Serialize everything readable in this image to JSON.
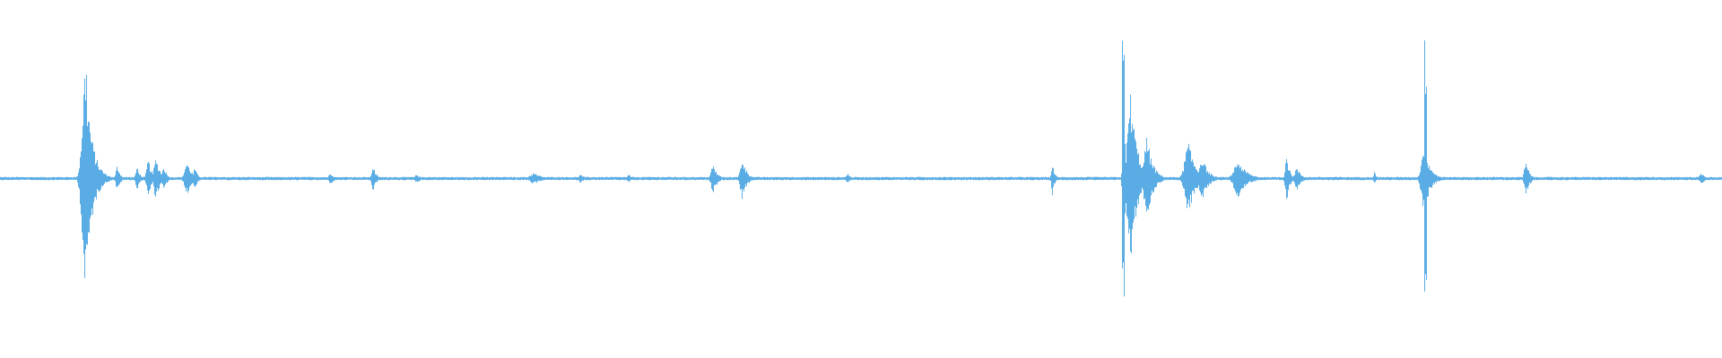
{
  "waveform": {
    "color": "#5aade4",
    "background": "#ffffff",
    "events": [
      {
        "pos": 0.0495,
        "amp": 0.8,
        "width": 0.0045,
        "spike": 0.82
      },
      {
        "pos": 0.0535,
        "amp": 0.22,
        "width": 0.0035
      },
      {
        "pos": 0.068,
        "amp": 0.1,
        "width": 0.002
      },
      {
        "pos": 0.0795,
        "amp": 0.09,
        "width": 0.002
      },
      {
        "pos": 0.086,
        "amp": 0.14,
        "width": 0.0025
      },
      {
        "pos": 0.0905,
        "amp": 0.15,
        "width": 0.003
      },
      {
        "pos": 0.095,
        "amp": 0.1,
        "width": 0.002
      },
      {
        "pos": 0.1085,
        "amp": 0.12,
        "width": 0.0035
      },
      {
        "pos": 0.113,
        "amp": 0.08,
        "width": 0.002
      },
      {
        "pos": 0.192,
        "amp": 0.04,
        "width": 0.003
      },
      {
        "pos": 0.2165,
        "amp": 0.1,
        "width": 0.002
      },
      {
        "pos": 0.242,
        "amp": 0.03,
        "width": 0.003
      },
      {
        "pos": 0.31,
        "amp": 0.04,
        "width": 0.006
      },
      {
        "pos": 0.337,
        "amp": 0.03,
        "width": 0.003
      },
      {
        "pos": 0.365,
        "amp": 0.03,
        "width": 0.002
      },
      {
        "pos": 0.414,
        "amp": 0.1,
        "width": 0.003
      },
      {
        "pos": 0.431,
        "amp": 0.15,
        "width": 0.003
      },
      {
        "pos": 0.492,
        "amp": 0.04,
        "width": 0.002
      },
      {
        "pos": 0.611,
        "amp": 0.12,
        "width": 0.0015
      },
      {
        "pos": 0.652,
        "amp": 1.0,
        "width": 0.001,
        "spike": 1.0
      },
      {
        "pos": 0.6565,
        "amp": 0.62,
        "width": 0.0045
      },
      {
        "pos": 0.666,
        "amp": 0.3,
        "width": 0.004
      },
      {
        "pos": 0.69,
        "amp": 0.26,
        "width": 0.005
      },
      {
        "pos": 0.698,
        "amp": 0.16,
        "width": 0.004
      },
      {
        "pos": 0.719,
        "amp": 0.13,
        "width": 0.006
      },
      {
        "pos": 0.747,
        "amp": 0.18,
        "width": 0.002
      },
      {
        "pos": 0.753,
        "amp": 0.08,
        "width": 0.003
      },
      {
        "pos": 0.798,
        "amp": 0.05,
        "width": 0.0015
      },
      {
        "pos": 0.827,
        "amp": 0.25,
        "width": 0.004
      },
      {
        "pos": 0.8275,
        "amp": 1.0,
        "width": 0.0008,
        "spike": 1.0
      },
      {
        "pos": 0.886,
        "amp": 0.12,
        "width": 0.0025
      },
      {
        "pos": 0.988,
        "amp": 0.04,
        "width": 0.003
      }
    ]
  }
}
